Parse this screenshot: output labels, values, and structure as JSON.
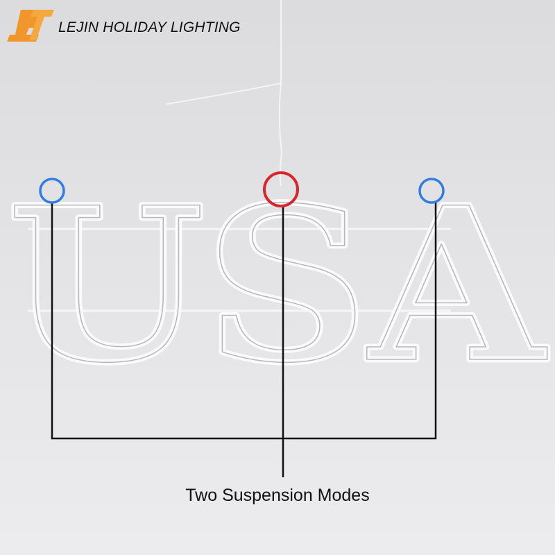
{
  "brand": {
    "name": "LEJIN HOLIDAY LIGHTING",
    "logo_letters": "LJ",
    "logo_color": "#f0962a"
  },
  "sign": {
    "text": "USA"
  },
  "caption": "Two Suspension Modes",
  "colors": {
    "side_markers": "#2f7de0",
    "center_marker": "#d8262b",
    "lines": "#111111"
  }
}
